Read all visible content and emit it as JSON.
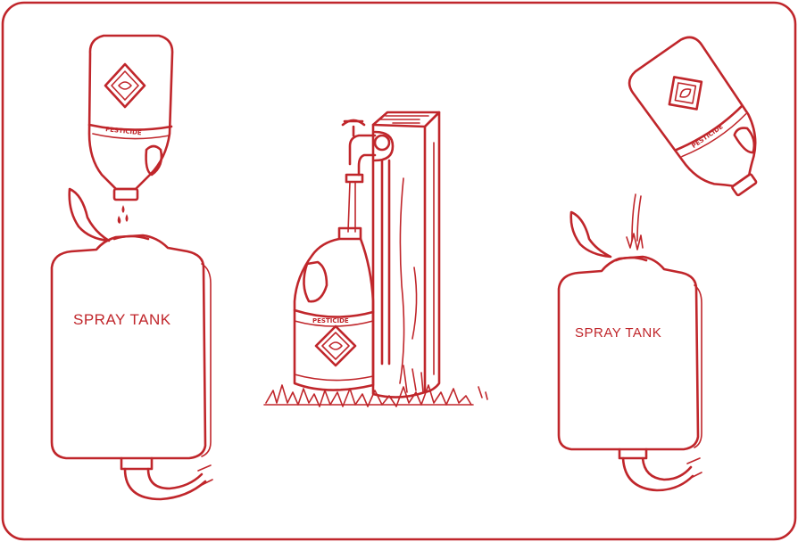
{
  "colors": {
    "ink": "#c0262b",
    "background": "#ffffff"
  },
  "left_panel": {
    "tank_label": "SPRAY TANK",
    "bottle_label": "PESTICIDE"
  },
  "middle_panel": {
    "bottle_label": "PESTICIDE"
  },
  "right_panel": {
    "tank_label": "SPRAY TANK",
    "bottle_label": "PESTICIDE"
  },
  "icons": [
    "frame-border",
    "pesticide-bottle",
    "spray-tank",
    "water-faucet",
    "wooden-post",
    "grass-tuft",
    "hose"
  ]
}
